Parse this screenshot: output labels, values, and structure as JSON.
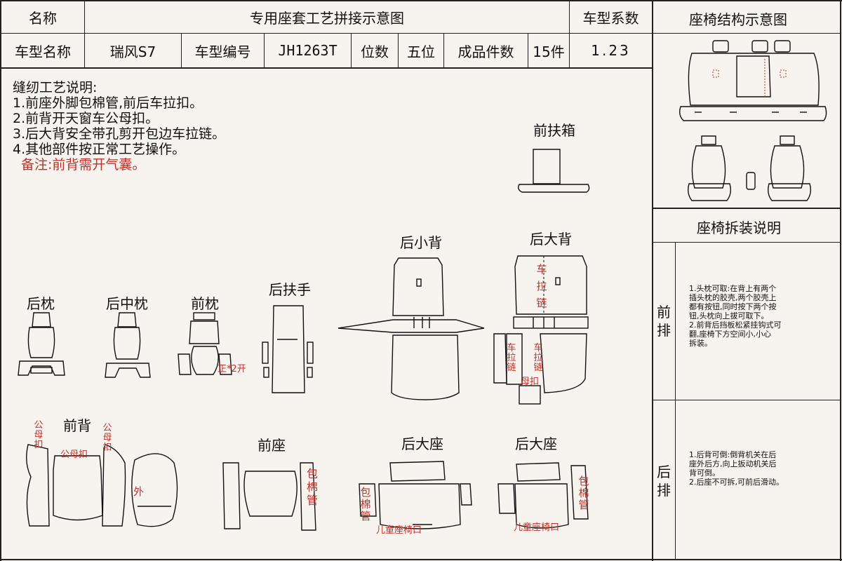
{
  "header": {
    "name_label": "名称",
    "title": "专用座套工艺拼接示意图",
    "coef_label": "车型系数",
    "model_name_label": "车型名称",
    "model_name": "瑞风S7",
    "model_code_label": "车型编号",
    "model_code": "JH1263T",
    "seats_label": "位数",
    "seats": "五位",
    "pieces_label": "成品件数",
    "pieces": "15件",
    "coef": "1.23"
  },
  "instructions": {
    "title": "缝纫工艺说明:",
    "lines": [
      "1.前座外脚包棉管,前后车拉扣。",
      "2.前背开天窗车公母扣。",
      "3.后大背安全带孔剪开包边车拉链。",
      "4.其他部件按正常工艺操作。"
    ],
    "note": "备注:前背需开气囊。"
  },
  "pieces": {
    "front_armrest_box": "前扶箱",
    "rear_small_back": "后小背",
    "rear_big_back": "后大背",
    "rear_headrest": "后枕",
    "rear_mid_headrest": "后中枕",
    "front_headrest": "前枕",
    "rear_armrest": "后扶手",
    "front_back": "前背",
    "front_seat": "前座",
    "rear_big_seat_1": "后大座",
    "rear_big_seat_2": "后大座"
  },
  "annotations": {
    "zipper_v": "车拉链",
    "zipper_a": "车拉链",
    "zipper_b": "车拉链",
    "female_buckle": "母扣",
    "front_headrest_note": "正*2开",
    "male_female_left": "公母扣",
    "male_female_mid": "公母扣",
    "male_female_right": "公母扣",
    "outer": "外",
    "pipe_front": "包棉管",
    "pipe_rear_l": "包棉管",
    "pipe_rear_r": "包棉管",
    "child_seat_1": "儿童座椅口",
    "child_seat_2": "儿童座椅口"
  },
  "sidebar": {
    "structure_title": "座椅结构示意图",
    "disassembly_title": "座椅拆装说明",
    "front_row_label": "前排",
    "front_row_text": [
      "1.头枕可取:在背上有两个",
      "插头枕的胶壳,两个胶壳上",
      "都有按钮,同时按下两个按",
      "钮,头枕向上拔可取下。",
      "2.前背后挡板松紧挂钩式可",
      "翻,座椅下方空间小,小心",
      "拆装。"
    ],
    "rear_row_label": "后排",
    "rear_row_text": [
      "1.后背可倒:倒背机关在后",
      "座外后方,向上扳动机关后",
      "背可倒。",
      "2.后座不可拆,可前后滑动。"
    ]
  },
  "colors": {
    "background": "#f7f3ee",
    "line": "#222222",
    "annotation": "#c0302a"
  }
}
